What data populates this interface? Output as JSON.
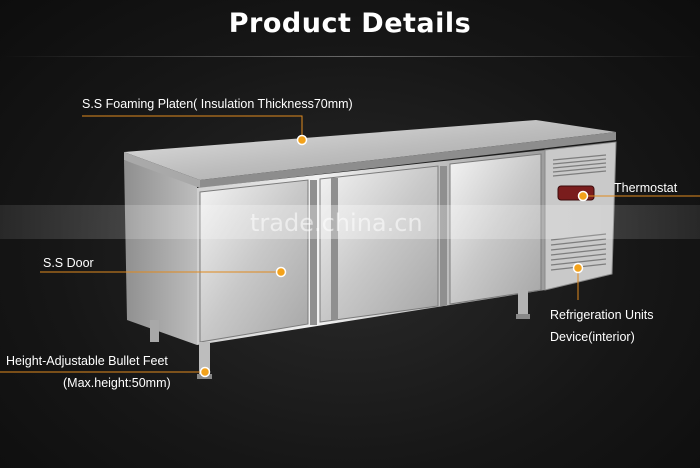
{
  "title": "Product Details",
  "callouts": {
    "platen": "S.S Foaming Platen( Insulation Thickness70mm)",
    "thermostat": "Thermostat",
    "door": "S.S Door",
    "refrigeration_line1": "Refrigeration Units",
    "refrigeration_line2": "Device(interior)",
    "feet_line1": "Height-Adjustable Bullet Feet",
    "feet_line2": "(Max.height:50mm)"
  },
  "watermark": "trade.china.cn",
  "colors": {
    "background": "#141414",
    "callout_dot": "#f3a21b",
    "leader_line": "#e08a1e",
    "text": "#ffffff"
  }
}
